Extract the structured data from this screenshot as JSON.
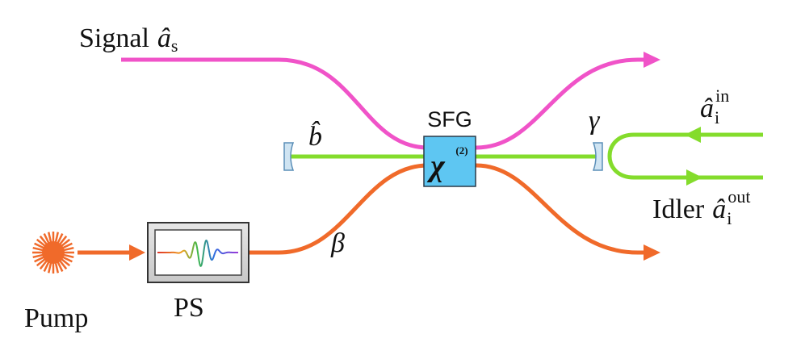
{
  "labels": {
    "signal_word": "Signal",
    "signal_op": "â",
    "signal_sub": "s",
    "cavity_mode": "b̂",
    "sfg": "SFG",
    "chi_symbol": "χ",
    "chi_order": "(2)",
    "gamma": "γ",
    "beta": "β",
    "idler_in_op": "â",
    "idler_in_sub": "i",
    "idler_in_sup": "in",
    "idler_word": "Idler",
    "idler_out_op": "â",
    "idler_out_sub": "i",
    "idler_out_sup": "out",
    "pump": "Pump",
    "ps": "PS"
  },
  "colors": {
    "signal": "#f053c8",
    "cavity": "#84dc2c",
    "pump": "#f06a2a",
    "crystal": "#5ec6f2",
    "mirror": "#cfe4f2",
    "ps_box": "#d3d3d3"
  }
}
